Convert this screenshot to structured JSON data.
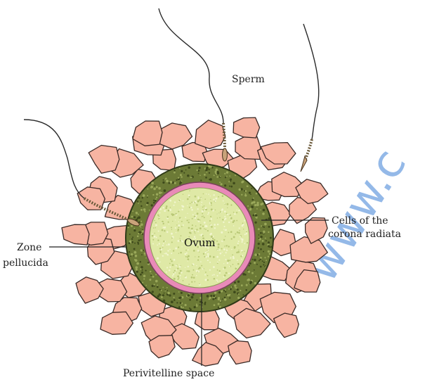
{
  "labels": {
    "sperm": "Sperm",
    "zone_line1": "Zone",
    "zone_line2": "pellucida",
    "corona_line1": "Cells of the",
    "corona_line2": "corona radiata",
    "ovum": "Ovum",
    "perivitelline": "Perivitelline space",
    "watermark": "www.c"
  },
  "colors": {
    "corona_cell_fill": "#f7b4a2",
    "corona_cell_stroke": "#3a2a26",
    "zona_fill": "#6c7a36",
    "perivitelline_ring": "#e98ab8",
    "ovum_fill": "#dfe9a6",
    "watermark": "#3d7fd6"
  }
}
